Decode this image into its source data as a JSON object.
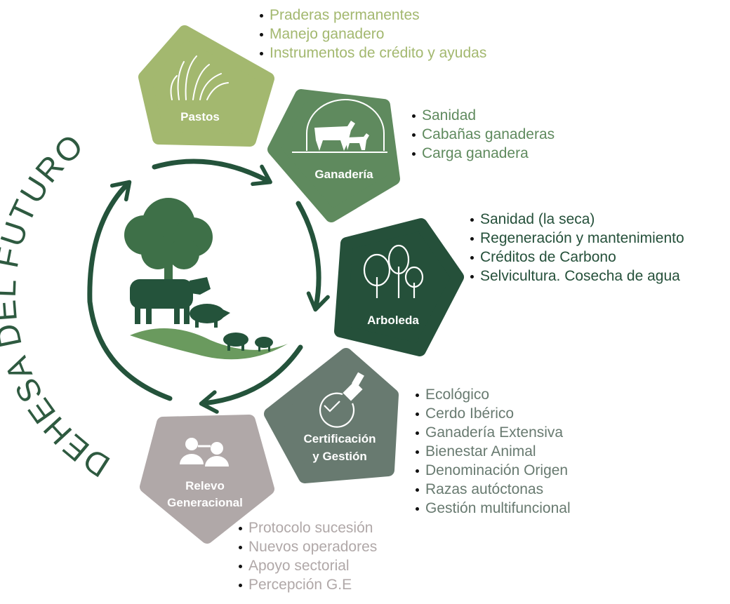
{
  "title": "DEHESA DEL FUTURO",
  "colors": {
    "pastos": "#a3b86f",
    "ganaderia": "#5f8a5e",
    "arboleda": "#25503a",
    "certificacion": "#687a70",
    "relevo": "#b0a8a8",
    "arrows": "#24533b"
  },
  "nodes": [
    {
      "label": "Pastos",
      "icon": "grass-icon",
      "items": [
        "Praderas permanentes",
        "Manejo ganadero",
        "Instrumentos de crédito y ayudas"
      ]
    },
    {
      "label": "Ganadería",
      "icon": "cattle-icon",
      "items": [
        "Sanidad",
        "Cabañas ganaderas",
        "Carga ganadera"
      ]
    },
    {
      "label": "Arboleda",
      "icon": "trees-icon",
      "items": [
        "Sanidad (la seca)",
        "Regeneración y mantenimiento",
        "Créditos de Carbono",
        "Selvicultura. Cosecha de agua"
      ]
    },
    {
      "label_lines": [
        "Certificación",
        "y Gestión"
      ],
      "icon": "stamp-icon",
      "items": [
        "Ecológico",
        "Cerdo Ibérico",
        "Ganadería Extensiva",
        "Bienestar Animal",
        "Denominación Origen",
        "Razas autóctonas",
        "Gestión multifuncional"
      ]
    },
    {
      "label_lines": [
        "Relevo",
        "Generacional"
      ],
      "icon": "people-transfer-icon",
      "items": [
        "Protocolo sucesión",
        "Nuevos operadores",
        "Apoyo sectorial",
        "Percepción G.E"
      ]
    }
  ]
}
